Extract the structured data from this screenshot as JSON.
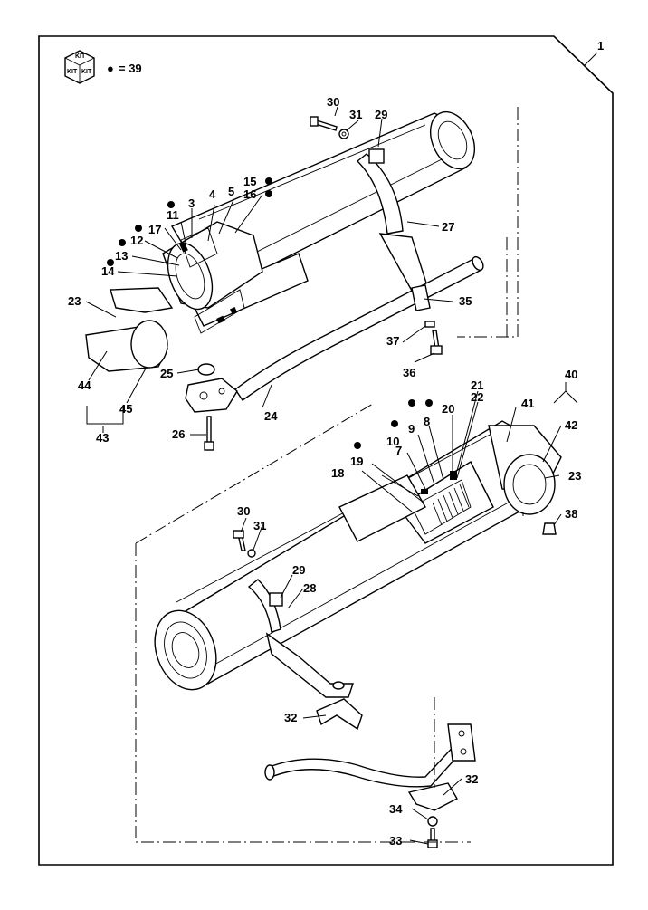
{
  "title_number": "1",
  "kit": {
    "box_text": "KIT",
    "legend_symbol": "●",
    "legend_text": "= 39"
  },
  "labels": {
    "p1": "3",
    "p2": "4",
    "p3": "5",
    "p4": "7",
    "p5": "8",
    "p6": "9",
    "p7": "10",
    "p8": "11",
    "p9": "12",
    "p10": "13",
    "p11": "14",
    "p12": "15",
    "p13": "16",
    "p14": "17",
    "p15": "18",
    "p16": "19",
    "p17": "20",
    "p18": "21",
    "p19": "22",
    "p20": "23",
    "p20b": "23",
    "p21": "24",
    "p22": "25",
    "p23": "26",
    "p24": "27",
    "p25": "28",
    "p26": "29",
    "p26b": "29",
    "p27": "30",
    "p27b": "30",
    "p28": "31",
    "p28b": "31",
    "p29": "32",
    "p29b": "32",
    "p30": "33",
    "p31": "34",
    "p32": "35",
    "p33": "36",
    "p34": "37",
    "p35": "38",
    "p36": "40",
    "p37": "41",
    "p38": "42",
    "p39": "43",
    "p40": "44",
    "p41": "45"
  },
  "kit_marked_parts": [
    "8",
    "9",
    "10",
    "11",
    "12",
    "14",
    "15",
    "16",
    "17",
    "19"
  ]
}
